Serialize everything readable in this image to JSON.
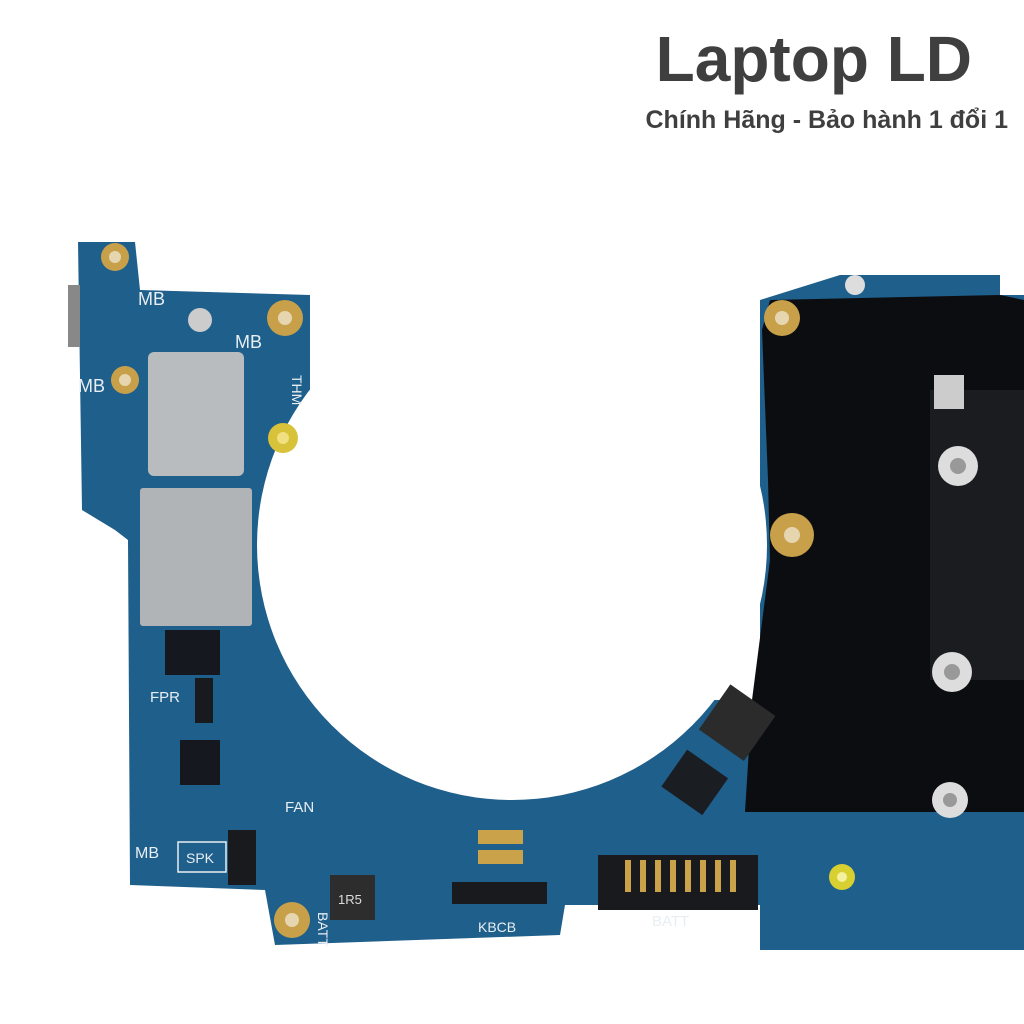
{
  "watermark": {
    "brand": "Laptop LD",
    "tagline": "Chính Hãng - Bảo hành 1 đổi 1"
  },
  "board_labels": {
    "mb_top": "MB",
    "mb_left": "MB",
    "mb_right": "MB",
    "mb_bottom": "MB",
    "fpr": "FPR",
    "fan": "FAN",
    "spk": "SPK",
    "kbcb": "KBCB",
    "batt": "BATT",
    "batt_left": "BATT",
    "thm": "THM",
    "inductor": "1R5"
  },
  "colors": {
    "pcb": "#1f5f8b",
    "heatsink": "#0c0d10",
    "shield": "#b9bcbf",
    "screw_pad": "#c8a04a"
  }
}
